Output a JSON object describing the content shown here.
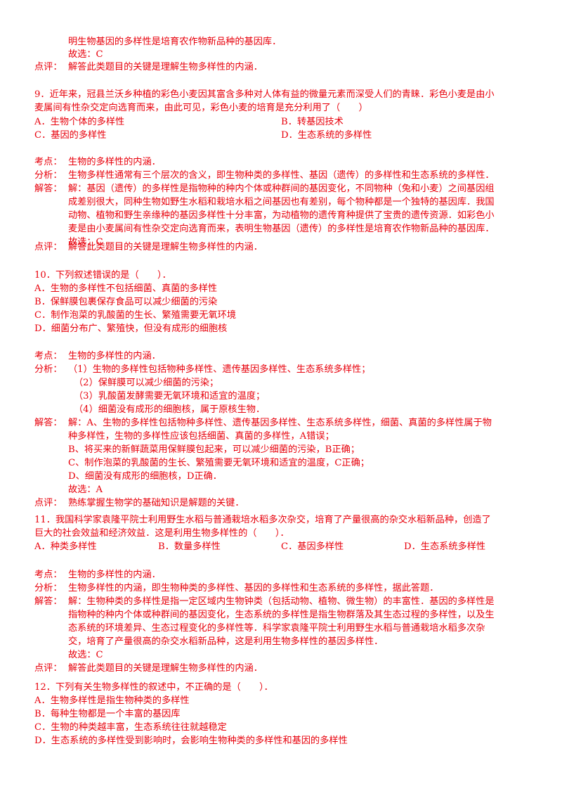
{
  "top": {
    "l1": "明生物基因的多样性是培育农作物新品种的基因库．",
    "l2": "故选：C",
    "review_label": "点评：",
    "review_text": "解答此类题目的关键是理解生物多样性的内涵．"
  },
  "q9": {
    "stem1": "9．近年来，冠县兰沃乡种植的彩色小麦因其富含多种对人体有益的微量元素而深受人们的青睐．彩色小麦是由小",
    "stem2": "麦属间有性杂交定向选育而来，由此可见，彩色小麦的培育是充分利用了（　　）",
    "optA": "A．生物个体的多样性",
    "optB": "B．转基因技术",
    "optC": "C．基因的多样性",
    "optD": "D．生态系统的多样性",
    "kd_label": "考点：",
    "kd_text": "生物的多样性的内涵．",
    "an_label": "分析：",
    "an_text": "生物多样性通常有三个层次的含义，即生物种类的多样性、基因（遗传）的多样性和生态系统的多样性．",
    "sol_label": "解答：",
    "sol1": "解：基因（遗传）的多样性是指物种的种内个体或种群间的基因变化，不同物种（兔和小麦）之间基因组",
    "sol2": "成差别很大，同种生物如野生水稻和栽培水稻之间基因也有差别，每个物种都是一个独特的基因库．我国",
    "sol3": "动物、植物和野生亲缘种的基因多样性十分丰富，为动植物的遗传育种提供了宝贵的遗传资源．如彩色小",
    "sol4": "麦是由小麦属间有性杂交定向选育而来，表明生物基因（遗传）的多样性是培育农作物新品种的基因库．",
    "sol5": "故选：C",
    "rv_label": "点评：",
    "rv_text": "解答此类题目的关键是理解生物多样性的内涵．"
  },
  "q10": {
    "stem": "10．下列叙述错误的是（　　）．",
    "optA": "A．生物的多样性不包括细菌、真菌的多样性",
    "optB": "B．保鲜膜包裹保存食品可以减少细菌的污染",
    "optC": "C．制作泡菜的乳酸菌的生长、繁殖需要无氧环境",
    "optD": "D．细菌分布广、繁殖快，但没有成形的细胞核",
    "kd_label": "考点：",
    "kd_text": "生物的多样性的内涵．",
    "an_label": "分析：",
    "an1": "（1）生物的多样性包括物种多样性、遗传基因多样性、生态系统多样性；",
    "an2": "（2）保鲜膜可以减少细菌的污染；",
    "an3": "（3）乳酸菌发酵需要无氧环境和适宜的温度；",
    "an4": "（4）细菌没有成形的细胞核，属于原核生物．",
    "sol_label": "解答：",
    "sol1": "解：A、生物的多样性包括物种多样性、遗传基因多样性、生态系统多样性，细菌、真菌的多样性属于物",
    "sol2": "种多样性，生物的多样性应该包括细菌、真菌的多样性，A错误；",
    "sol3": "B、将买来的新鲜蔬菜用保鲜膜包起来，可以减少细菌的污染，B正确；",
    "sol4": "C、制作泡菜的乳酸菌的生长、繁殖需要无氧环境和适宜的温度，C正确；",
    "sol5": "D、细菌没有成形的细胞核，D正确．",
    "sol6": "故选：A",
    "rv_label": "点评：",
    "rv_text": "熟练掌握生物学的基础知识是解题的关键．"
  },
  "q11": {
    "stem1": "11．我国科学家袁隆平院士利用野生水稻与普通栽培水稻多次杂交，培育了产量很高的杂交水稻新品种，创造了",
    "stem2": "巨大的社会效益和经济效益．这是利用生物多样性的（　　）．",
    "optA": "A．种类多样性",
    "optB": "B．数量多样性",
    "optC": "C．基因多样性",
    "optD": "D．生态系统多样性",
    "kd_label": "考点：",
    "kd_text": "生物的多样性的内涵．",
    "an_label": "分析：",
    "an_text": "生物多样性的内涵，即生物种类的多样性、基因的多样性和生态系统的多样性，据此答题．",
    "sol_label": "解答：",
    "sol1": "解：生物种类的多样性是指一定区域内生物钟类（包括动物、植物、微生物）的丰富性．基因的多样性是",
    "sol2": "指物种的种内个体或种群间的基因变化，生态系统的多样性是指生物群落及其生态过程的多样性，以及生",
    "sol3": "态系统的环境差异、生态过程变化的多样性等．科学家袁隆平院士利用野生水稻与普通栽培水稻多次杂",
    "sol4": "交，培育了产量很高的杂交水稻新品种，这是利用生物多样性的基因多样性．",
    "sol5": "故选：C",
    "rv_label": "点评：",
    "rv_text": "解答此类题目的关键是理解生物多样性的内涵．"
  },
  "q12": {
    "stem": "12．下列有关生物多样性的叙述中，不正确的是（　　）．",
    "optA": "A．生物多样性是指生物种类的多样性",
    "optB": "B．每种生物都是一个丰富的基因库",
    "optC": "C．生物的种类越丰富，生态系统往往就越稳定",
    "optD": "D．生态系统的多样性受到影响时，会影响生物种类的多样性和基因的多样性"
  }
}
